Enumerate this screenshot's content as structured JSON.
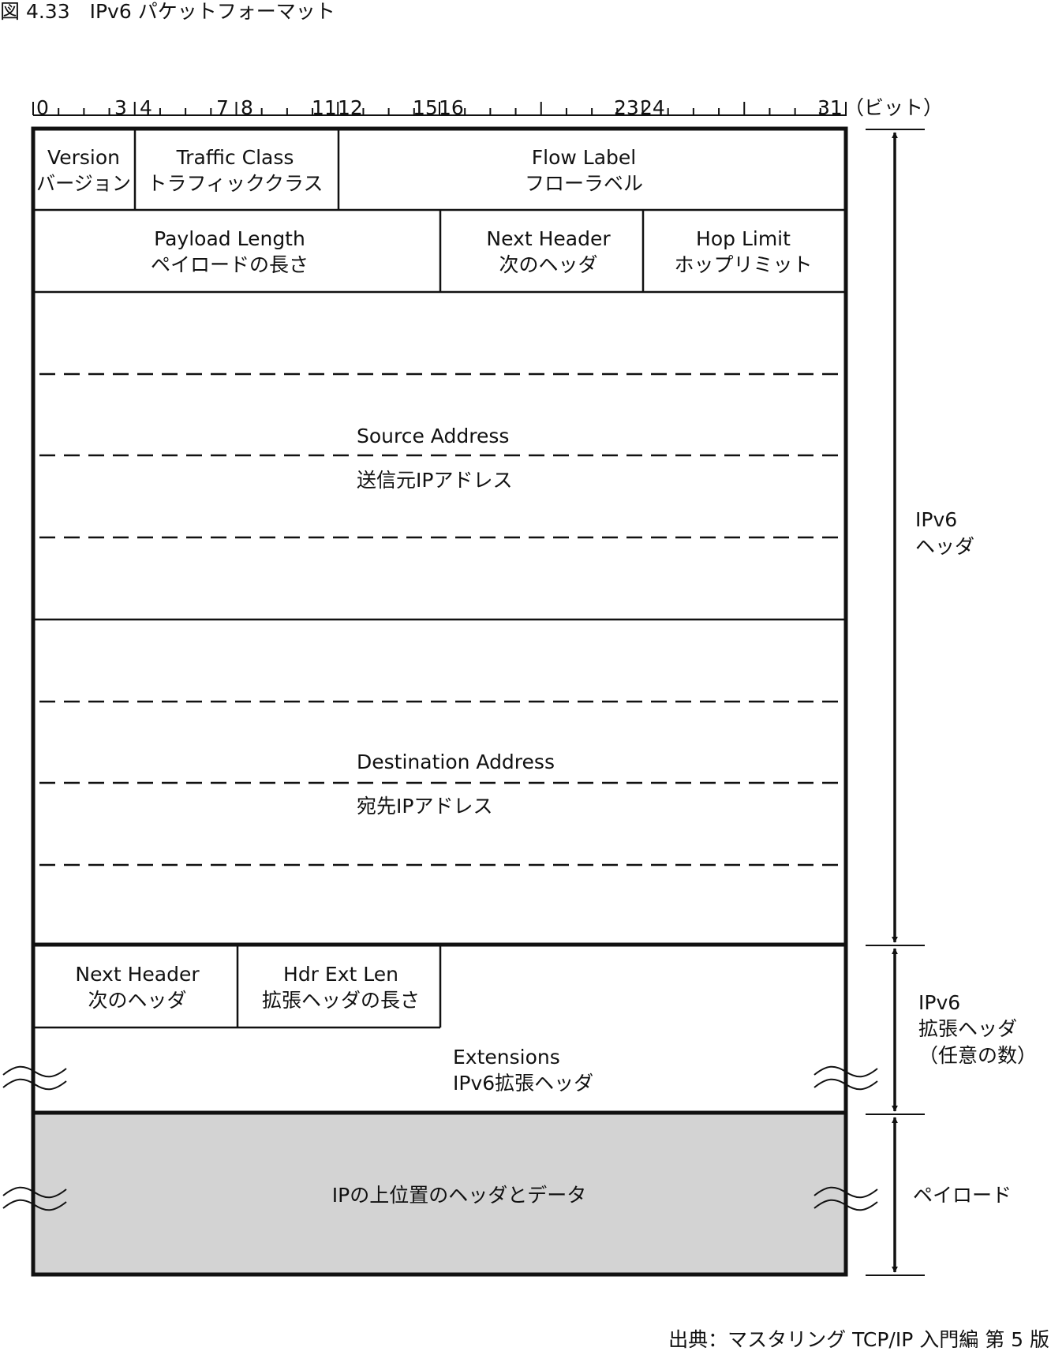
{
  "title": "図 4.33　IPv6 パケットフォーマット",
  "source": "出典：マスタリング TCP/IP 入門編 第 5 版",
  "bit_ruler": {
    "numbers": [
      "0",
      "3",
      "4",
      "7",
      "8",
      "11",
      "12",
      "15",
      "16",
      "23",
      "24",
      "31"
    ],
    "unit": "（ビット）"
  },
  "header_fields": {
    "version": {
      "en": "Version",
      "ja": "バージョン"
    },
    "traffic_class": {
      "en": "Traffic Class",
      "ja": "トラフィッククラス"
    },
    "flow_label": {
      "en": "Flow Label",
      "ja": "フローラベル"
    },
    "payload_length": {
      "en": "Payload Length",
      "ja": "ペイロードの長さ"
    },
    "next_header": {
      "en": "Next Header",
      "ja": "次のヘッダ"
    },
    "hop_limit": {
      "en": "Hop Limit",
      "ja": "ホップリミット"
    },
    "source_address": {
      "en": "Source Address",
      "ja": "送信元IPアドレス"
    },
    "destination_address": {
      "en": "Destination Address",
      "ja": "宛先IPアドレス"
    }
  },
  "extension_fields": {
    "next_header": {
      "en": "Next Header",
      "ja": "次のヘッダ"
    },
    "hdr_ext_len": {
      "en": "Hdr Ext Len",
      "ja": "拡張ヘッダの長さ"
    },
    "extensions": {
      "en": "Extensions",
      "ja": "IPv6拡張ヘッダ"
    }
  },
  "payload": {
    "label": "IPの上位置のヘッダとデータ"
  },
  "side_labels": {
    "ipv6_header": [
      "IPv6",
      "ヘッダ"
    ],
    "extension_header": [
      "IPv6",
      "拡張ヘッダ",
      "（任意の数）"
    ],
    "payload": [
      "ペイロード"
    ]
  },
  "colors": {
    "line": "#111111",
    "payload_fill": "#d3d3d3",
    "background": "#ffffff"
  }
}
